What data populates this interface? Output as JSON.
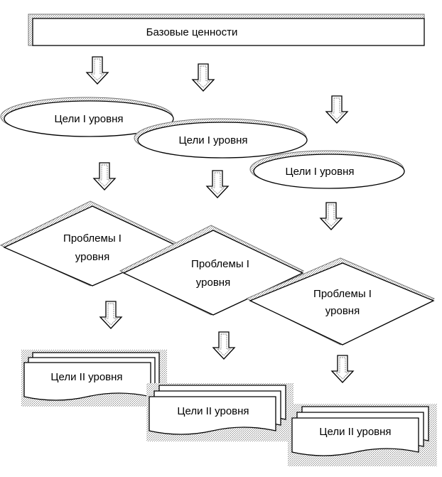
{
  "diagram": {
    "title_box": "Базовые ценности",
    "goals_level1": [
      "Цели I уровня",
      "Цели I уровня",
      "Цели I уровня"
    ],
    "problems_level1": [
      {
        "line1": "Проблемы I",
        "line2": "уровня"
      },
      {
        "line1": "Проблемы I",
        "line2": "уровня"
      },
      {
        "line1": "Проблемы I",
        "line2": "уровня"
      }
    ],
    "goals_level2": [
      "Цели II уровня",
      "Цели II уровня",
      "Цели II уровня"
    ]
  }
}
